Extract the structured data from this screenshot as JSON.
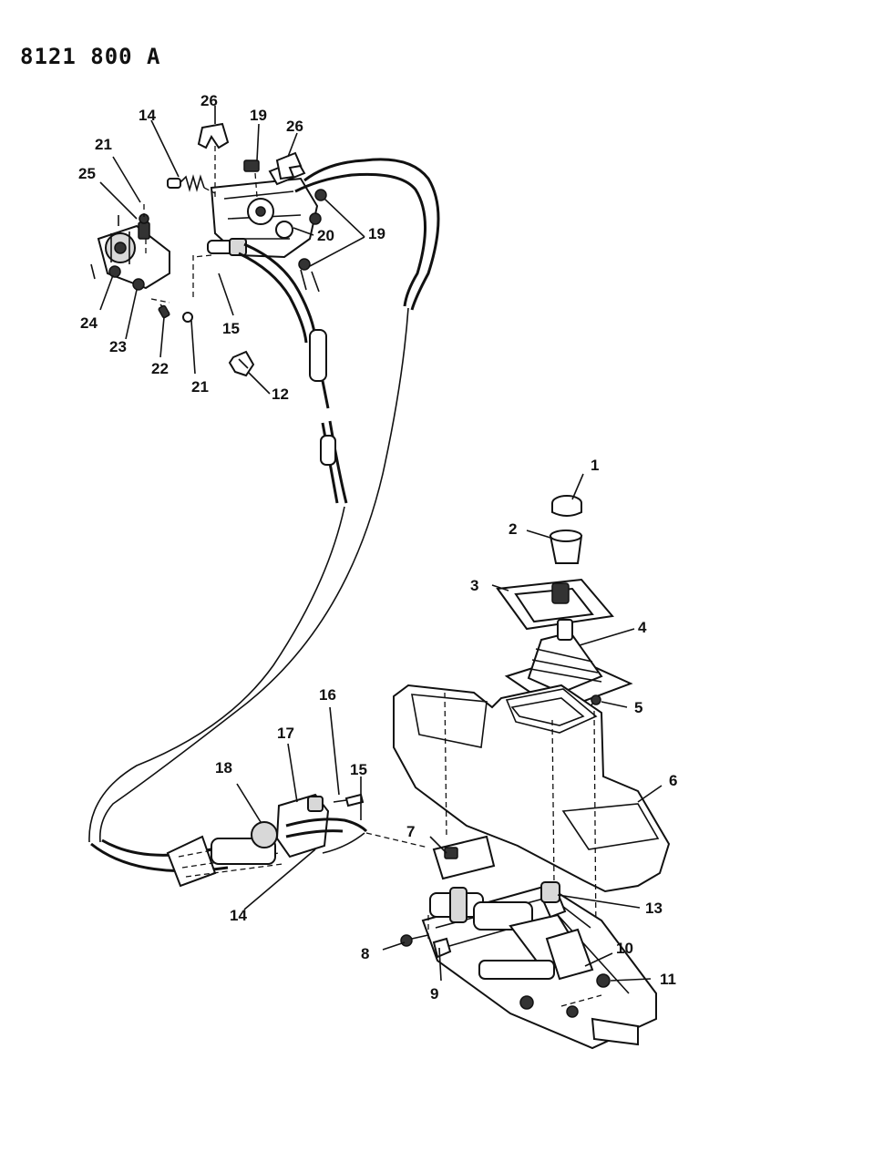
{
  "diagram_code": "8121 800 A",
  "callouts": [
    {
      "id": "c1",
      "label": "1"
    },
    {
      "id": "c2",
      "label": "2"
    },
    {
      "id": "c3",
      "label": "3"
    },
    {
      "id": "c4",
      "label": "4"
    },
    {
      "id": "c5",
      "label": "5"
    },
    {
      "id": "c6",
      "label": "6"
    },
    {
      "id": "c7",
      "label": "7"
    },
    {
      "id": "c8",
      "label": "8"
    },
    {
      "id": "c9",
      "label": "9"
    },
    {
      "id": "c10",
      "label": "10"
    },
    {
      "id": "c11",
      "label": "11"
    },
    {
      "id": "c12",
      "label": "12"
    },
    {
      "id": "c13",
      "label": "13"
    },
    {
      "id": "c14a",
      "label": "14"
    },
    {
      "id": "c14b",
      "label": "14"
    },
    {
      "id": "c15a",
      "label": "15"
    },
    {
      "id": "c15b",
      "label": "15"
    },
    {
      "id": "c16",
      "label": "16"
    },
    {
      "id": "c17",
      "label": "17"
    },
    {
      "id": "c18",
      "label": "18"
    },
    {
      "id": "c19a",
      "label": "19"
    },
    {
      "id": "c19b",
      "label": "19"
    },
    {
      "id": "c20",
      "label": "20"
    },
    {
      "id": "c21a",
      "label": "21"
    },
    {
      "id": "c21b",
      "label": "21"
    },
    {
      "id": "c22",
      "label": "22"
    },
    {
      "id": "c23",
      "label": "23"
    },
    {
      "id": "c24",
      "label": "24"
    },
    {
      "id": "c25",
      "label": "25"
    },
    {
      "id": "c26a",
      "label": "26"
    },
    {
      "id": "c26b",
      "label": "26"
    }
  ]
}
